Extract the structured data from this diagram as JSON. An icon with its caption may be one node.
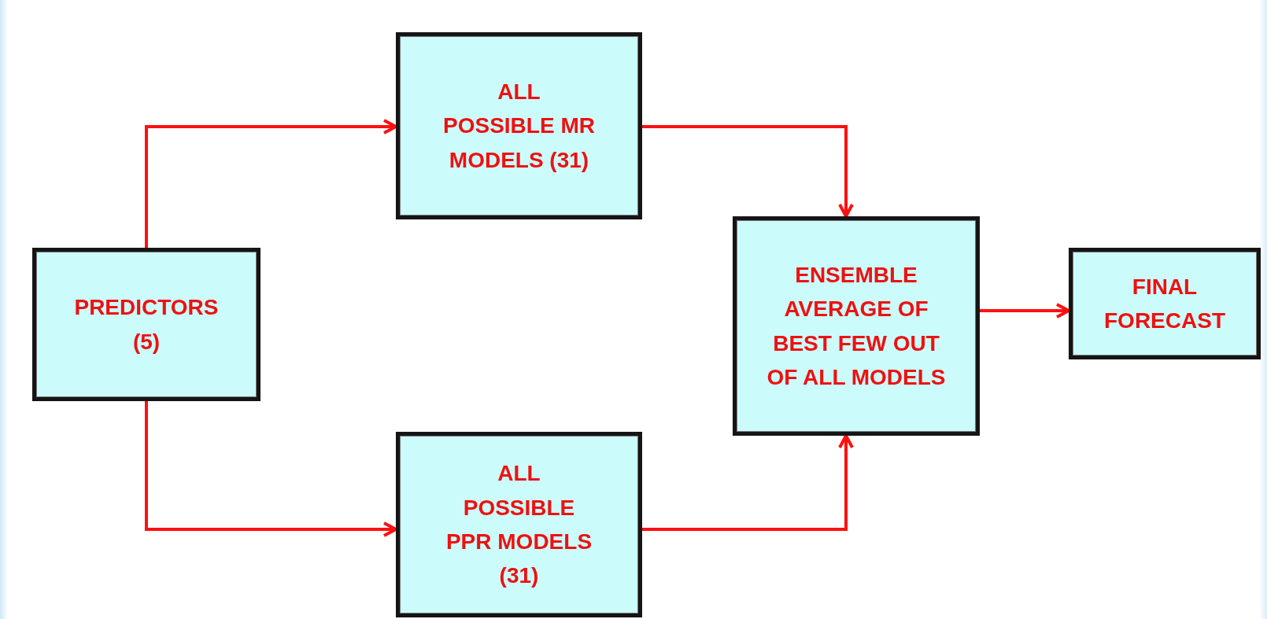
{
  "diagram": {
    "nodes": [
      {
        "text": [
          "PREDICTORS (5)"
        ]
      },
      {
        "text": [
          "ALL POSSIBLE MR MODELS (31)"
        ]
      },
      {
        "text": [
          "ALL POSSIBLE PPR MODELS (31)"
        ]
      },
      {
        "text": [
          "ENSEMBLE AVERAGE OF BEST FEW OUT OF ALL MODELS"
        ]
      },
      {
        "text": [
          "FINAL FORECAST"
        ]
      }
    ],
    "edges": [
      {
        "from": 0,
        "to": 1,
        "arrow": "to"
      },
      {
        "from": 0,
        "to": 2,
        "arrow": "to"
      },
      {
        "from": 1,
        "to": 3,
        "arrow": "to"
      },
      {
        "from": 2,
        "to": 3,
        "arrow": "to"
      },
      {
        "from": 3,
        "to": 4,
        "arrow": "to"
      }
    ]
  }
}
